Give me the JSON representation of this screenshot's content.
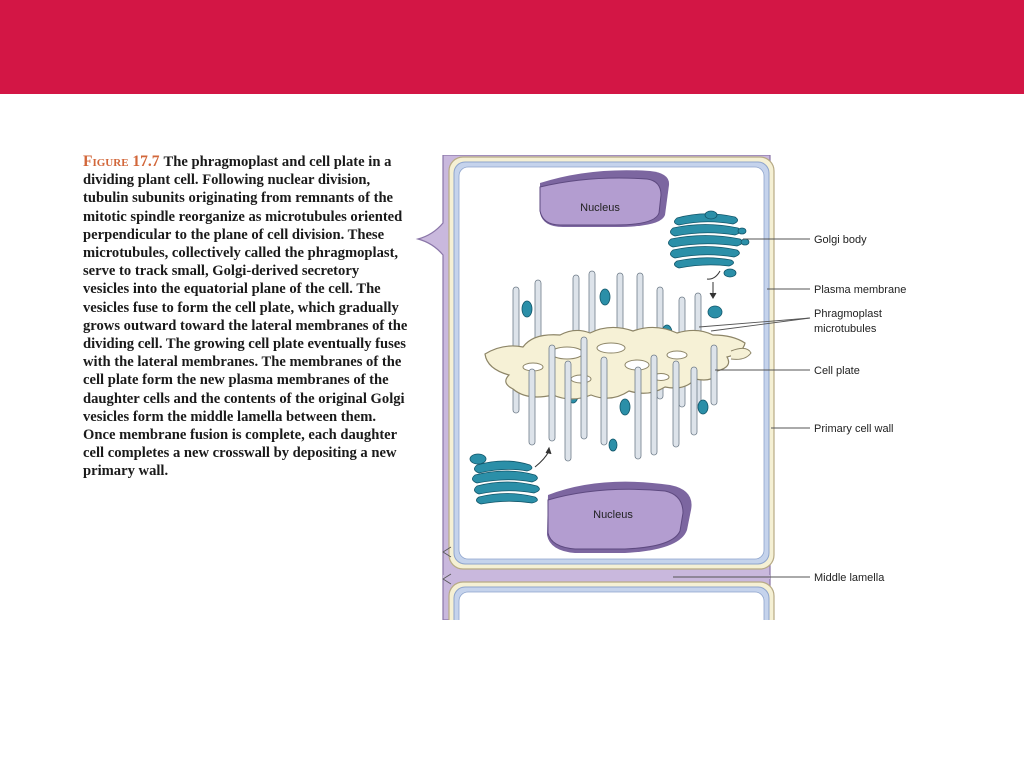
{
  "header": {
    "banner_color": "#d31645"
  },
  "caption": {
    "figure_label": "Figure 17.7",
    "text": "The phragmoplast and cell plate in a dividing plant cell. Following nuclear division, tubulin subunits originating from remnants of the mitotic spindle reorganize as microtubules oriented perpendicular to the plane of cell division. These microtubules, collectively called the phragmoplast, serve to track small, Golgi-derived secretory vesicles into the equatorial plane of the cell. The vesicles fuse to form the cell plate, which gradually grows outward toward the lateral membranes of the dividing cell. The growing cell plate eventually fuses with the lateral membranes. The membranes of the cell plate form the new plasma membranes of the daughter cells and the contents of the original Golgi vesicles form the middle lamella between them. Once membrane fusion is complete, each daughter cell completes a new crosswall by depositing a new primary wall."
  },
  "diagram": {
    "nucleus_top_label": "Nucleus",
    "nucleus_bottom_label": "Nucleus",
    "labels": {
      "golgi_body": "Golgi body",
      "plasma_membrane": "Plasma membrane",
      "phragmoplast_line1": "Phragmoplast",
      "phragmoplast_line2": "microtubules",
      "cell_plate": "Cell plate",
      "primary_cell_wall": "Primary cell wall",
      "middle_lamella": "Middle lamella"
    },
    "colors": {
      "wall_outer": "#c9b8dd",
      "wall_cream": "#f5f0d4",
      "plasma_membrane": "#a8bde0",
      "nucleus": "#b39dd0",
      "golgi": "#2b8fa8",
      "cell_plate": "#f6f1d6",
      "microtubule": "#dde3ea"
    }
  }
}
